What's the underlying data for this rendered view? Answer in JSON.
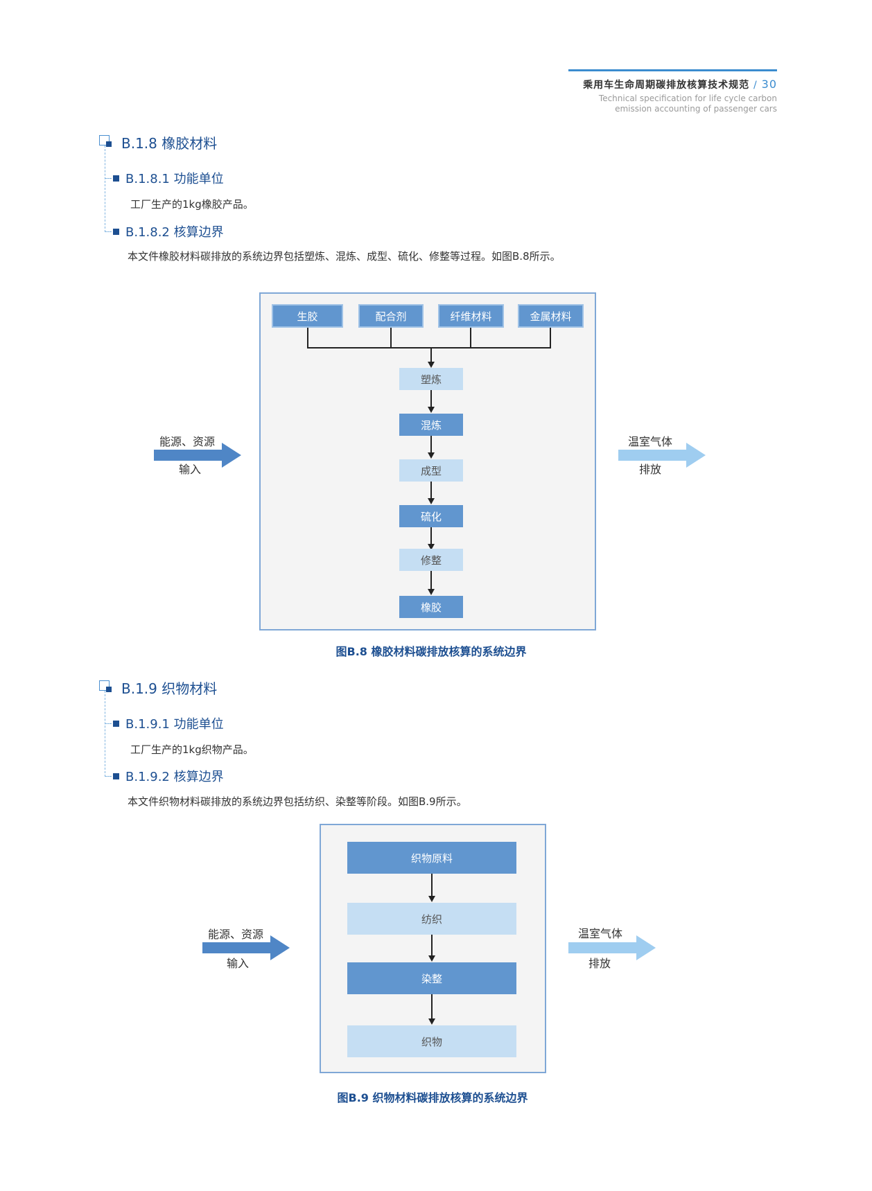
{
  "header": {
    "title_cn": "乘用车生命周期碳排放核算技术规范",
    "separator": "/",
    "page_number": "30",
    "title_en_line1": "Technical specification for life cycle carbon",
    "title_en_line2": "emission accounting of passenger cars",
    "accent_color": "#3b8ccf"
  },
  "section_b18": {
    "title": "B.1.8 橡胶材料",
    "sub1_title": "B.1.8.1  功能单位",
    "sub1_text": "工厂生产的1kg橡胶产品。",
    "sub2_title": "B.1.8.2  核算边界",
    "sub2_text": "本文件橡胶材料碳排放的系统边界包括塑炼、混炼、成型、硫化、修整等过程。如图B.8所示。"
  },
  "figure_b8": {
    "inputs": [
      "生胶",
      "配合剂",
      "纤维材料",
      "金属材料"
    ],
    "steps": [
      "塑炼",
      "混炼",
      "成型",
      "硫化",
      "修整",
      "橡胶"
    ],
    "left_label_top": "能源、资源",
    "left_label_bottom": "输入",
    "right_label_top": "温室气体",
    "right_label_bottom": "排放",
    "caption": "图B.8 橡胶材料碳排放核算的系统边界"
  },
  "section_b19": {
    "title": "B.1.9 织物材料",
    "sub1_title": "B.1.9.1  功能单位",
    "sub1_text": "工厂生产的1kg织物产品。",
    "sub2_title": "B.1.9.2  核算边界",
    "sub2_text": "本文件织物材料碳排放的系统边界包括纺织、染整等阶段。如图B.9所示。"
  },
  "figure_b9": {
    "steps": [
      "织物原料",
      "纺织",
      "染整",
      "织物"
    ],
    "left_label_top": "能源、资源",
    "left_label_bottom": "输入",
    "right_label_top": "温室气体",
    "right_label_bottom": "排放",
    "caption": "图B.9 织物材料碳排放核算的系统边界"
  },
  "colors": {
    "heading_blue": "#1d4f91",
    "node_dark": "#6196cf",
    "node_light": "#c5def3",
    "input_arrow": "#4f86c6",
    "output_arrow": "#9fcdf0"
  }
}
